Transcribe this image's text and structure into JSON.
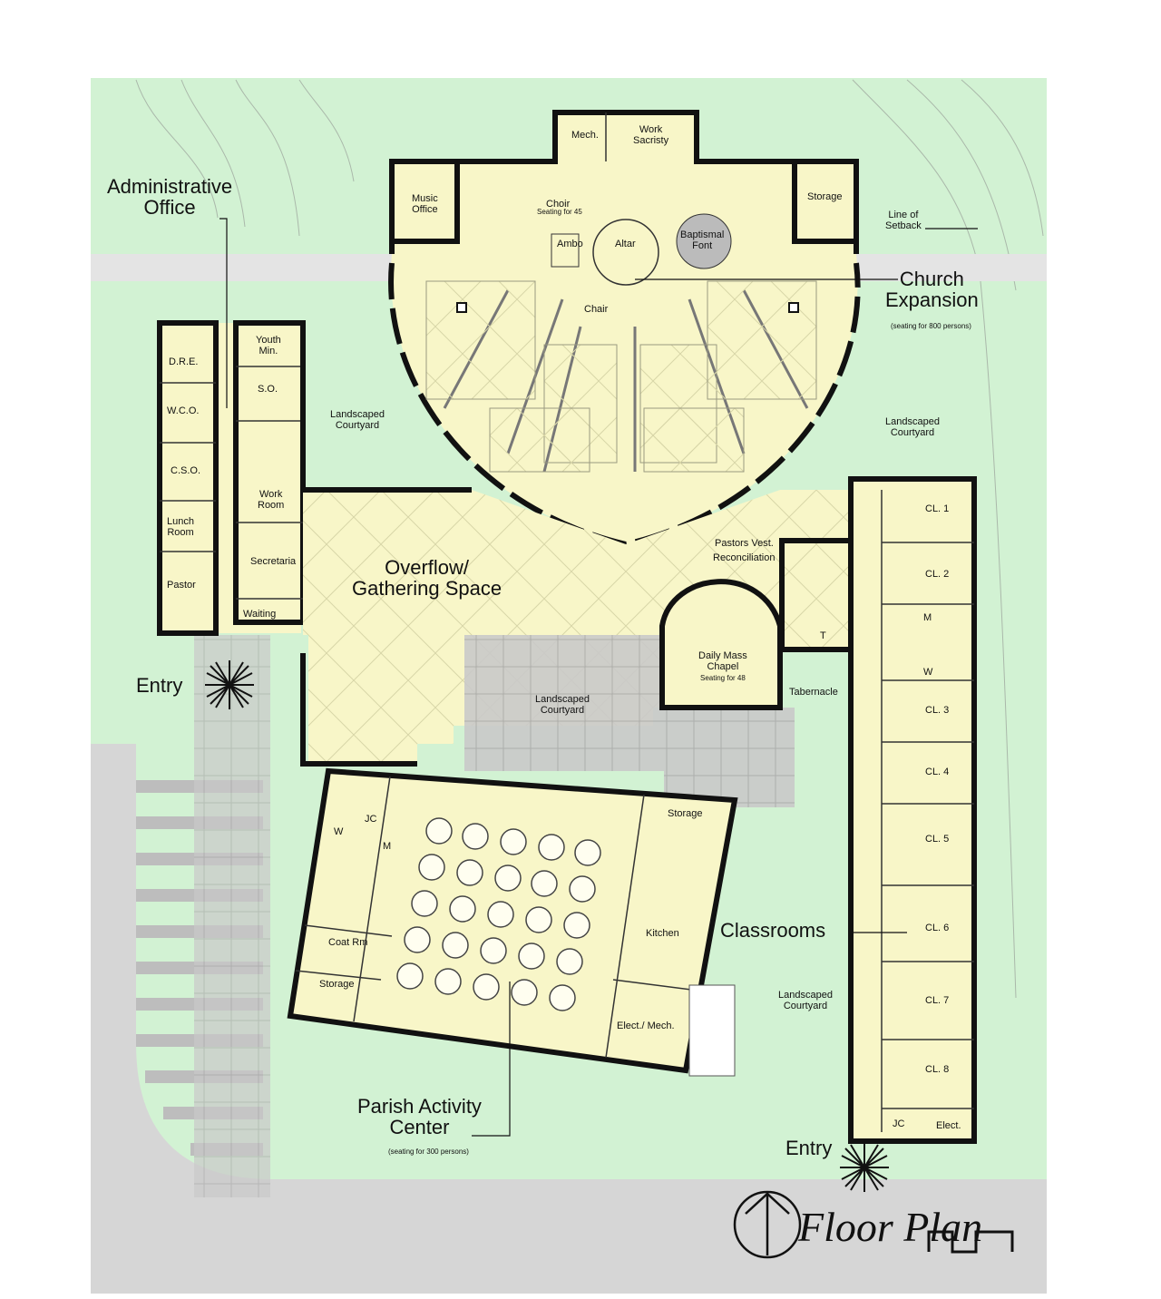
{
  "title": "Floor Plan",
  "colors": {
    "lawn": "#d2f2d3",
    "building": "#f8f6c8",
    "road": "#d6d6d6",
    "walkway": "#c4c4c4",
    "font": "#bbbbbb",
    "wall": "#111111"
  },
  "areas": {
    "admin": "Administrative\nOffice",
    "church": "Church\nExpansion",
    "church_seating": "(seating for 800 persons)",
    "overflow": "Overflow/\nGathering Space",
    "classrooms": "Classrooms",
    "parish": "Parish Activity\nCenter",
    "parish_seating": "(seating for 300 persons)",
    "entry_west": "Entry",
    "entry_east": "Entry",
    "setback": "Line of\nSetback"
  },
  "church_rooms": {
    "mech": "Mech.",
    "work_sacristy": "Work\nSacristy",
    "music_office": "Music\nOffice",
    "storage": "Storage",
    "choir": "Choir",
    "choir_seating": "Seating for 45",
    "ambo": "Ambo",
    "altar": "Altar",
    "font": "Baptismal\nFont",
    "chair": "Chair"
  },
  "admin_rooms": {
    "dre": "D.R.E.",
    "wco": "W.C.O.",
    "cso": "C.S.O.",
    "lunch": "Lunch\nRoom",
    "pastor": "Pastor",
    "youth": "Youth\nMin.",
    "so": "S.O.",
    "work": "Work\nRoom",
    "secretaria": "Secretaria",
    "waiting": "Waiting"
  },
  "courtyards": {
    "north_west": "Landscaped\nCourtyard",
    "north_east": "Landscaped\nCourtyard",
    "center": "Landscaped\nCourtyard",
    "south_east": "Landscaped\nCourtyard"
  },
  "chapel": {
    "pastors_vest": "Pastors Vest.",
    "reconciliation": "Reconciliation",
    "daily_mass": "Daily Mass\nChapel",
    "daily_mass_seating": "Seating for 48",
    "tabernacle": "Tabernacle",
    "t": "T"
  },
  "classroom_rooms": {
    "cl1": "CL. 1",
    "cl2": "CL. 2",
    "cl3": "CL. 3",
    "cl4": "CL. 4",
    "cl5": "CL. 5",
    "cl6": "CL. 6",
    "cl7": "CL. 7",
    "cl8": "CL. 8",
    "m": "M",
    "w": "W",
    "jc": "JC",
    "elect": "Elect."
  },
  "parish_rooms": {
    "w": "W",
    "m": "M",
    "jc": "JC",
    "coat": "Coat Rm",
    "storage_w": "Storage",
    "storage_e": "Storage",
    "kitchen": "Kitchen",
    "elect_mech": "Elect./ Mech."
  }
}
